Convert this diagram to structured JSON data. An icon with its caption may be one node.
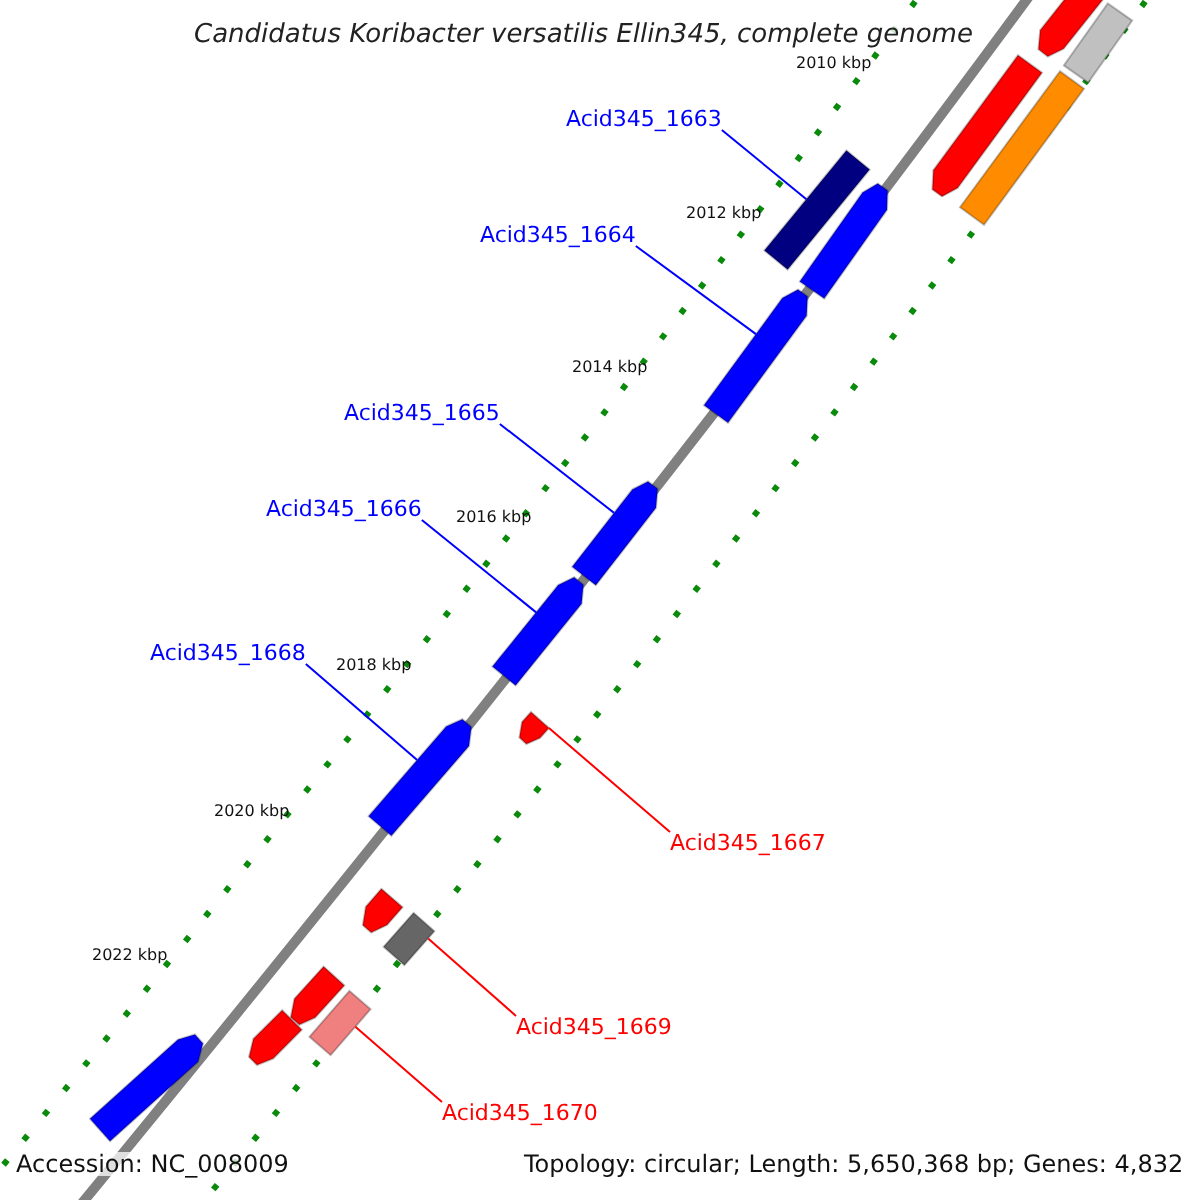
{
  "diagram": {
    "title": "Candidatus Koribacter versatilis Ellin345, complete genome",
    "nodes": [
      {
        "text": [
          "Acid345_1663"
        ]
      },
      {
        "text": [
          "Acid345_1664"
        ]
      },
      {
        "text": [
          "Acid345_1665"
        ]
      },
      {
        "text": [
          "Acid345_1666"
        ]
      },
      {
        "text": [
          "Acid345_1668"
        ]
      },
      {
        "text": [
          "Acid345_1667"
        ]
      },
      {
        "text": [
          "Acid345_1669"
        ]
      },
      {
        "text": [
          "Acid345_1670"
        ]
      },
      {
        "text": [],
        "shape": "bar"
      },
      {
        "text": [],
        "shape": "bar"
      },
      {
        "text": [],
        "shape": "bar"
      },
      {
        "text": [],
        "shape": "bar"
      },
      {
        "text": [],
        "shape": "bar"
      },
      {
        "text": [],
        "shape": "bar"
      },
      {
        "text": [],
        "shape": "bar"
      },
      {
        "text": [],
        "shape": "bar"
      },
      {
        "text": [],
        "shape": "bar"
      },
      {
        "text": [],
        "shape": "bar"
      },
      {
        "text": [],
        "shape": "bar"
      },
      {
        "text": [],
        "shape": "bar"
      },
      {
        "text": [],
        "shape": "bar"
      },
      {
        "text": [],
        "shape": "bar"
      },
      {
        "text": [],
        "shape": "bar"
      },
      {
        "text": [],
        "shape": "bar"
      },
      {
        "text": [],
        "shape": "bar"
      }
    ],
    "edges": [
      {
        "from": 0,
        "to": 8,
        "arrow": "none"
      },
      {
        "from": 1,
        "to": 9,
        "arrow": "none"
      },
      {
        "from": 2,
        "to": 10,
        "arrow": "none"
      },
      {
        "from": 3,
        "to": 11,
        "arrow": "none"
      },
      {
        "from": 4,
        "to": 12,
        "arrow": "none"
      },
      {
        "from": 5,
        "to": 13,
        "arrow": "none",
        "color": "#ff0000"
      },
      {
        "from": 6,
        "to": 14,
        "arrow": "none",
        "color": "#ff0000"
      },
      {
        "from": 7,
        "to": 15,
        "arrow": "none",
        "color": "#ff0000"
      }
    ],
    "labels": [
      "2010 kbp",
      "2012 kbp",
      "2014 kbp",
      "2016 kbp",
      "2018 kbp",
      "2020 kbp",
      "2022 kbp",
      "Accession: NC_008009",
      "Topology: circular; Length: 5,650,368 bp; Genes: 4,832"
    ]
  }
}
